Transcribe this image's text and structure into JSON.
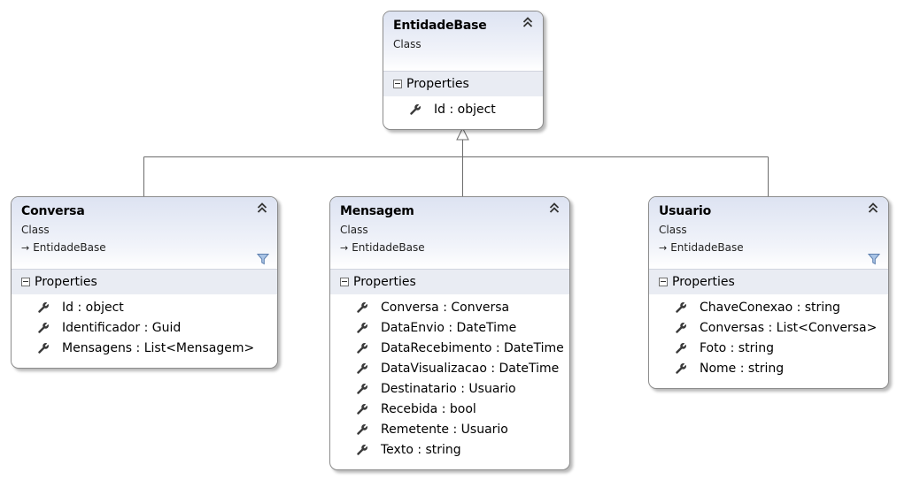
{
  "diagram": {
    "classes": {
      "entidade_base": {
        "name": "EntidadeBase",
        "kind": "Class",
        "section": "Properties",
        "members": [
          "Id : object"
        ]
      },
      "conversa": {
        "name": "Conversa",
        "kind": "Class",
        "base": "EntidadeBase",
        "section": "Properties",
        "members": [
          "Id : object",
          "Identificador : Guid",
          "Mensagens : List<Mensagem>"
        ]
      },
      "mensagem": {
        "name": "Mensagem",
        "kind": "Class",
        "base": "EntidadeBase",
        "section": "Properties",
        "members": [
          "Conversa : Conversa",
          "DataEnvio : DateTime",
          "DataRecebimento : DateTime",
          "DataVisualizacao : DateTime",
          "Destinatario : Usuario",
          "Recebida : bool",
          "Remetente : Usuario",
          "Texto : string"
        ]
      },
      "usuario": {
        "name": "Usuario",
        "kind": "Class",
        "base": "EntidadeBase",
        "section": "Properties",
        "members": [
          "ChaveConexao : string",
          "Conversas : List<Conversa>",
          "Foto : string",
          "Nome : string"
        ]
      }
    },
    "colors": {
      "header_gradient_top": "#dde3f2",
      "section_header_bg": "#e9ecf3",
      "border": "#8c8c8c",
      "connector": "#6b6b6b"
    },
    "icons": {
      "collapse": "double-chevron-up-icon",
      "filter": "filter-icon",
      "property": "wrench-icon",
      "section_toggle": "minus-box-icon",
      "inheritance": "inheritance-arrow-icon"
    }
  }
}
